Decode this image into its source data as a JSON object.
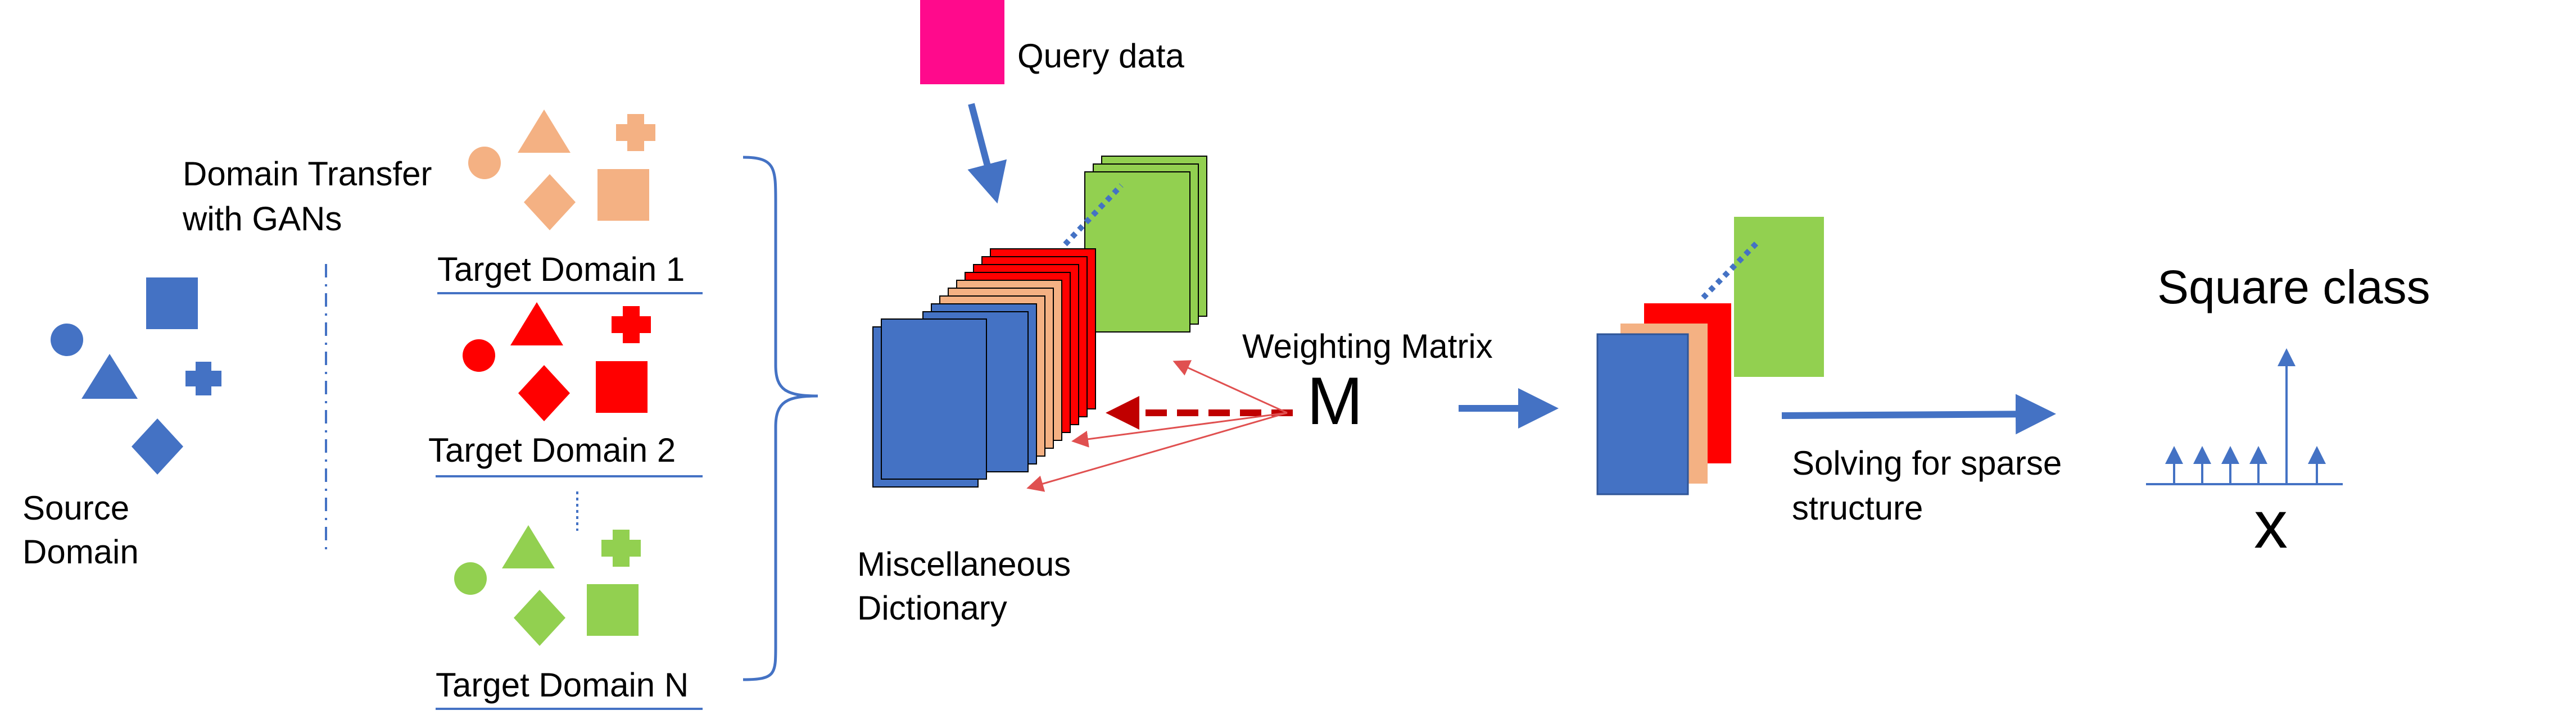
{
  "labels": {
    "query_data": "Query data",
    "domain_transfer_line1": "Domain Transfer",
    "domain_transfer_line2": "with GANs",
    "source_line1": "Source",
    "source_line2": "Domain",
    "target_1": "Target Domain 1",
    "target_2": "Target Domain 2",
    "target_n": "Target Domain N",
    "misc_line1": "Miscellaneous",
    "misc_line2": "Dictionary",
    "weighting_matrix": "Weighting Matrix",
    "weighting_symbol": "M",
    "solving_line1": "Solving for sparse",
    "solving_line2": "structure",
    "square_class": "Square class",
    "x_symbol": "x"
  },
  "colors": {
    "blue": "#4472C4",
    "salmon": "#F4B183",
    "red": "#FF0000",
    "green": "#92D050",
    "magenta": "#FF0A8C",
    "dark_red": "#C00000",
    "arrow_blue": "#4472C4"
  },
  "domains": [
    {
      "name": "source",
      "color": "blue"
    },
    {
      "name": "target-1",
      "color": "salmon"
    },
    {
      "name": "target-2",
      "color": "red"
    },
    {
      "name": "target-n",
      "color": "green"
    }
  ]
}
